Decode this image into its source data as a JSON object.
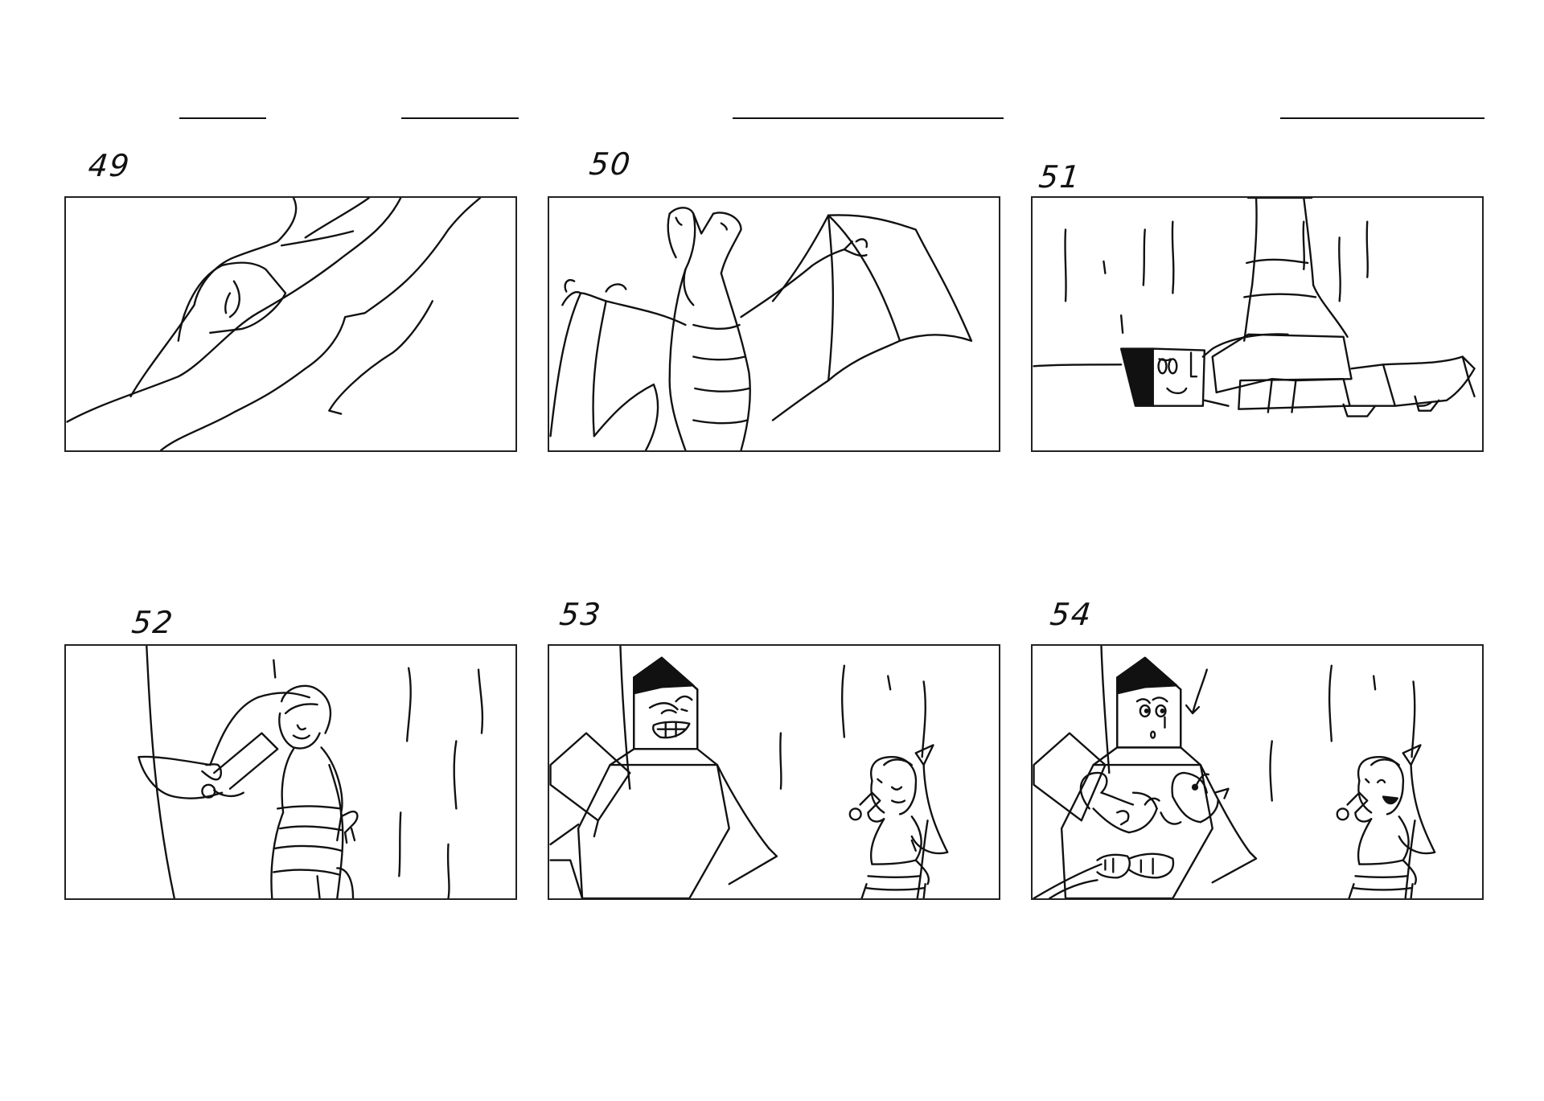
{
  "storyboard": {
    "header_blanks": [
      "",
      "",
      "",
      ""
    ],
    "panels": [
      {
        "number": "49",
        "content": "cliff-slide"
      },
      {
        "number": "50",
        "content": "dragon-rearing"
      },
      {
        "number": "51",
        "content": "hero-lying"
      },
      {
        "number": "52",
        "content": "girl-with-sword"
      },
      {
        "number": "53",
        "content": "hero-grimace"
      },
      {
        "number": "54",
        "content": "hero-holding-dragon"
      }
    ]
  }
}
